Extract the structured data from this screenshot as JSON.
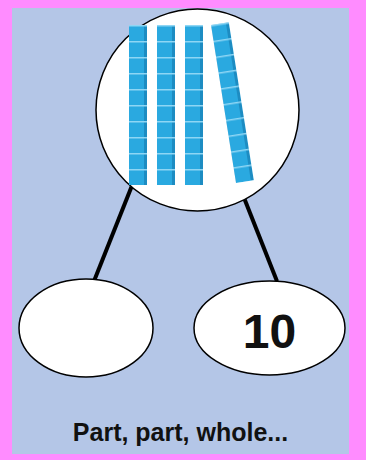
{
  "diagram": {
    "caption": "Part, part, whole...",
    "nodes": [
      {
        "text": []
      },
      {
        "text": []
      },
      {
        "text": [
          "10"
        ]
      }
    ],
    "edges": [
      {
        "from": 0,
        "to": 1,
        "arrow": "none"
      },
      {
        "from": 0,
        "to": 2,
        "arrow": "none"
      }
    ]
  }
}
